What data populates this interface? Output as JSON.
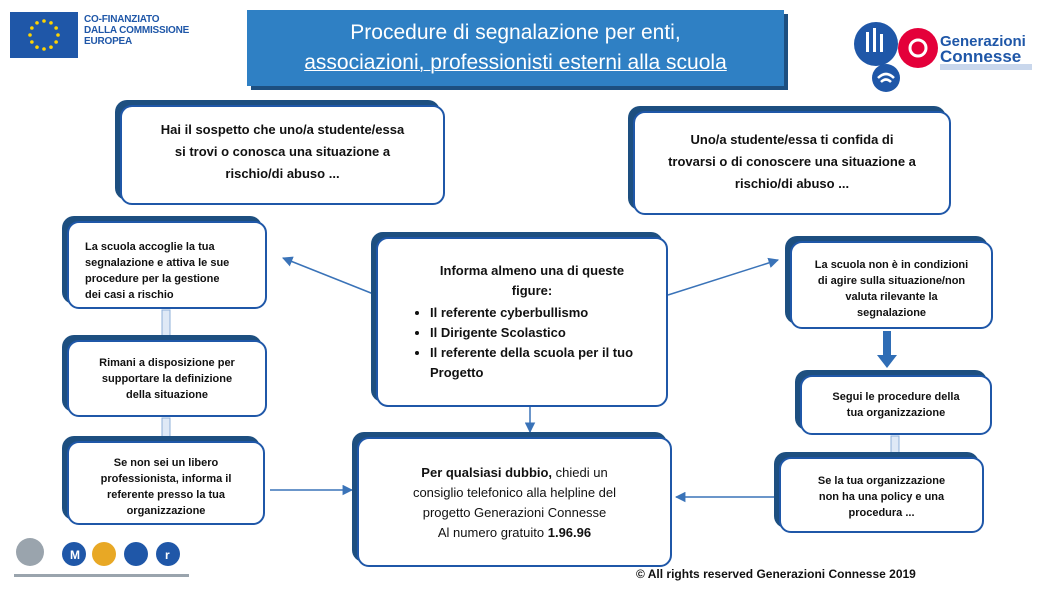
{
  "header": {
    "eu_label": [
      "CO-FINANZIATO",
      "DALLA COMMISSIONE",
      "EUROPEA"
    ],
    "title_line1": "Procedure di segnalazione per enti,",
    "title_line2": "associazioni, professionisti esterni alla scuola",
    "brand_line1": "Generazioni",
    "brand_line2": "Connesse"
  },
  "boxes": {
    "top_left": [
      "Hai il sospetto che uno/a studente/essa",
      "si trovi o conosca una situazione a",
      "rischio/di abuso ..."
    ],
    "top_right": [
      "Uno/a studente/essa ti confida di",
      "trovarsi o di conoscere una situazione a",
      "rischio/di abuso ..."
    ],
    "center_head": [
      "Informa almeno una di queste",
      "figure:"
    ],
    "center_items": [
      "Il referente cyberbullismo",
      "Il Dirigente Scolastico",
      "Il referente della scuola per il tuo Progetto"
    ],
    "bottom_bold": "Per qualsiasi dubbio,",
    "bottom_rest": " chiedi un",
    "bottom_lines": [
      "consiglio telefonico alla helpline  del",
      "progetto Generazioni Connesse",
      "Al numero gratuito "
    ],
    "bottom_number": "1.96.96",
    "left_1": [
      "La scuola accoglie la tua",
      "segnalazione e attiva le sue",
      "procedure per la gestione",
      "dei casi a rischio"
    ],
    "left_2": [
      "Rimani a disposizione per",
      "supportare la definizione",
      "della situazione"
    ],
    "left_3": [
      "Se non sei un libero",
      "professionista, informa il",
      "referente presso la tua",
      "organizzazione"
    ],
    "right_1": [
      "La scuola non è in condizioni",
      "di agire sulla situazione/non",
      "valuta rilevante la",
      "segnalazione"
    ],
    "right_2": [
      "Segui le procedure della",
      "tua organizzazione"
    ],
    "right_3": [
      "Se la tua organizzazione",
      "non ha una policy e una",
      "procedura ..."
    ]
  },
  "footer": "© All rights reserved Generazioni Connesse  2019",
  "colors": {
    "accent": "#2f80c4",
    "border": "#1f57a8",
    "shadow": "#1d4f80",
    "brand_red": "#e4003a"
  }
}
